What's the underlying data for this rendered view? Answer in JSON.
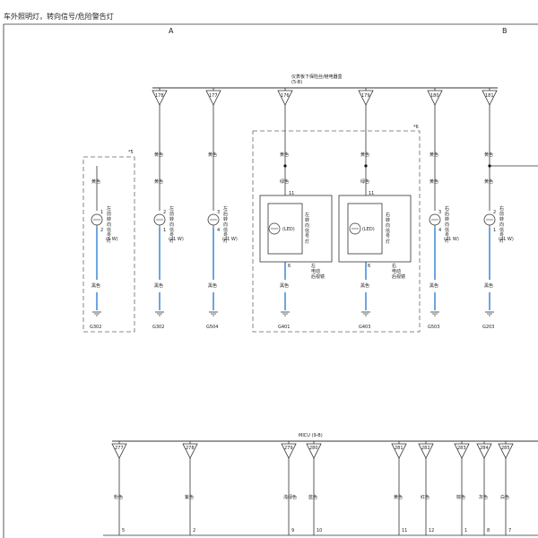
{
  "title": "车外照明灯，转向信号/危险警告灯",
  "col_labels": {
    "a": "A",
    "b": "B"
  },
  "fuse_box": {
    "label": "仪表板下保险丝/继电器盒",
    "ref": "(5-B)"
  },
  "micu": {
    "label": "MICU (9-B)"
  },
  "top_fuses": [
    "178",
    "177",
    "176",
    "179",
    "180",
    "181"
  ],
  "notes": {
    "n5": "*5",
    "n6": "*6"
  },
  "wires": {
    "yellow": "黄色",
    "black": "黑色",
    "green": "绿色"
  },
  "circuits": [
    {
      "pin_top": "1",
      "pin_bottom": "2",
      "name": "左前转向信号灯",
      "watt": "(5 W)",
      "ground": "G302"
    },
    {
      "pin_top": "2",
      "pin_bottom": "1",
      "name": "左前转向信号灯",
      "watt": "(21 W)",
      "ground": "G302"
    },
    {
      "pin_top": "3",
      "pin_bottom": "4",
      "name": "左后转向信号灯",
      "watt": "(21 W)",
      "ground": "G504"
    },
    {
      "pin_top": "11",
      "pin_bottom": "6",
      "name": "左转向信号灯",
      "led": "(LED)",
      "mirror": "左电动后视镜",
      "ground": "G401"
    },
    {
      "pin_top": "11",
      "pin_bottom": "6",
      "name": "右转向信号灯",
      "led": "(LED)",
      "mirror": "右电动后视镜",
      "ground": "G403"
    },
    {
      "pin_top": "3",
      "pin_bottom": "4",
      "name": "右后转向信号灯",
      "watt": "(21 W)",
      "ground": "G503"
    },
    {
      "pin_top": "2",
      "pin_bottom": "1",
      "name": "右前转向信号灯",
      "watt": "(21 W)",
      "ground": "G203"
    }
  ],
  "bottom_terminals": [
    {
      "num": "277",
      "color": "粉色",
      "pin": "5"
    },
    {
      "num": "278",
      "color": "紫色",
      "pin": "2"
    },
    {
      "num": "279",
      "color": "浅绿色",
      "pin": "9"
    },
    {
      "num": "280",
      "color": "蓝色",
      "pin": "10"
    },
    {
      "num": "281",
      "color": "黄色",
      "pin": "11"
    },
    {
      "num": "282",
      "color": "红色",
      "pin": "12"
    },
    {
      "num": "283",
      "color": "棕色",
      "pin": "1"
    },
    {
      "num": "284",
      "color": "灰色",
      "pin": "8"
    },
    {
      "num": "285",
      "color": "白色",
      "pin": "7"
    }
  ],
  "colors": {
    "line": "#333333",
    "blue_wire": "#4a8fd6",
    "dash": "#666666"
  }
}
